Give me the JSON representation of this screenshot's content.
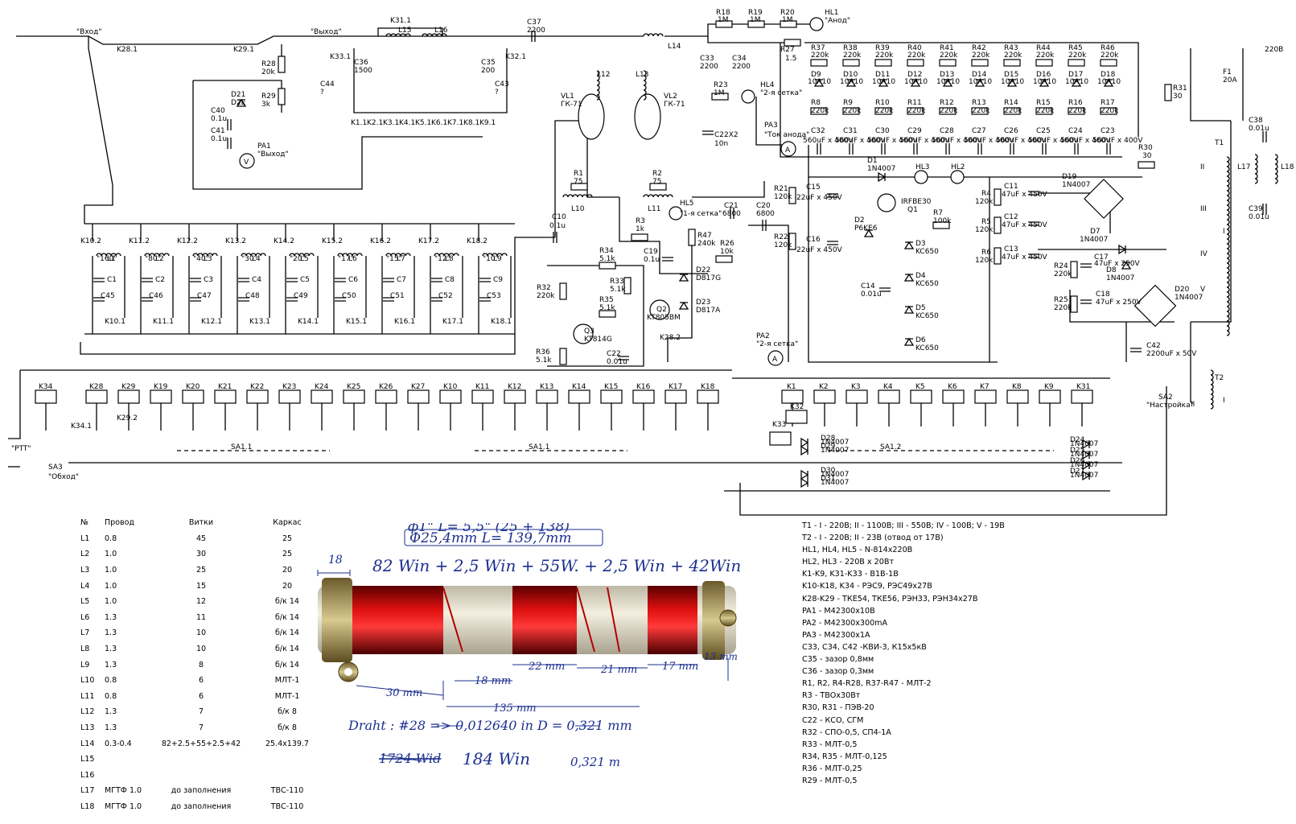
{
  "schematic": {
    "io": {
      "input": "\"Вход\"",
      "output": "\"Выход\"",
      "ptt": "\"PTT\"",
      "anode": "\"Анод\"",
      "grid2": "\"2-я сетка\"",
      "grid1": "\"1-я сетка\"",
      "mains": "220В",
      "bypass_switch": "SA3",
      "bypass_label": "\"Обход\"",
      "tune_switch": "SA2",
      "tune_label": "\"Настройка\""
    },
    "tubes": [
      {
        "ref": "VL1",
        "type": "ГК-71"
      },
      {
        "ref": "VL2",
        "type": "ГК-71"
      }
    ],
    "meters": [
      {
        "ref": "PA1",
        "label": "\"Выход\"",
        "sym": "V"
      },
      {
        "ref": "PA2",
        "label": "\"2-я сетка\"",
        "sym": "A"
      },
      {
        "ref": "PA3",
        "label": "\"Ток анода\"",
        "sym": "A"
      }
    ],
    "band_labels": [
      "\"160\"",
      "\"80\"",
      "\"40\"",
      "\"30\"",
      "\"20\"",
      "\"17\"",
      "\"15\"",
      "\"12\"",
      "\"10\""
    ],
    "band_coils": [
      "L1",
      "L2",
      "L3",
      "L4",
      "L5",
      "L6",
      "L7",
      "L8",
      "L9"
    ],
    "band_caps_top": [
      "C1",
      "C2",
      "C3",
      "C4",
      "C5",
      "C6",
      "C7",
      "C8",
      "C9"
    ],
    "band_caps_var": [
      "C45",
      "C46",
      "C47",
      "C48",
      "C49",
      "C50",
      "C51",
      "C52",
      "C53"
    ],
    "band_relay_top": [
      "K10.2",
      "K11.2",
      "K12.2",
      "K13.2",
      "K14.2",
      "K15.2",
      "K16.2",
      "K17.2",
      "K18.2"
    ],
    "band_relay_bottom": [
      "K10.1",
      "K11.1",
      "K12.1",
      "K13.1",
      "K14.1",
      "K15.1",
      "K16.1",
      "K17.1",
      "K18.1"
    ],
    "ladder_res_top": [
      [
        "R37",
        "220k"
      ],
      [
        "R38",
        "220k"
      ],
      [
        "R39",
        "220k"
      ],
      [
        "R40",
        "220k"
      ],
      [
        "R41",
        "220k"
      ],
      [
        "R42",
        "220k"
      ],
      [
        "R43",
        "220k"
      ],
      [
        "R44",
        "220k"
      ],
      [
        "R45",
        "220k"
      ],
      [
        "R46",
        "220k"
      ]
    ],
    "ladder_diodes": [
      [
        "D9",
        "10A10"
      ],
      [
        "D10",
        "10A10"
      ],
      [
        "D11",
        "10A10"
      ],
      [
        "D12",
        "10A10"
      ],
      [
        "D13",
        "10A10"
      ],
      [
        "D14",
        "10A10"
      ],
      [
        "D15",
        "10A10"
      ],
      [
        "D16",
        "10A10"
      ],
      [
        "D17",
        "10A10"
      ],
      [
        "D18",
        "10A10"
      ]
    ],
    "ladder_res_bot": [
      [
        "R8",
        "220k"
      ],
      [
        "R9",
        "220k"
      ],
      [
        "R10",
        "220k"
      ],
      [
        "R11",
        "220k"
      ],
      [
        "R12",
        "220k"
      ],
      [
        "R13",
        "220k"
      ],
      [
        "R14",
        "220k"
      ],
      [
        "R15",
        "220k"
      ],
      [
        "R16",
        "220k"
      ],
      [
        "R17",
        "220k"
      ]
    ],
    "ladder_caps": [
      "C32",
      "C31",
      "C30",
      "C29",
      "C28",
      "C27",
      "C26",
      "C25",
      "C24",
      "C23"
    ],
    "ladder_cap_value": "560uF x 400V",
    "relay_row_left": [
      "K34",
      "K28",
      "K29",
      "K19",
      "K20",
      "K21",
      "K22",
      "K23",
      "K24",
      "K25",
      "K26",
      "K27"
    ],
    "relay_row_mid": [
      "K10",
      "K11",
      "K12",
      "K13",
      "K14",
      "K15",
      "K16",
      "K17",
      "K18"
    ],
    "relay_row_right": [
      "K1",
      "K2",
      "K3",
      "K4",
      "K5",
      "K6",
      "K7",
      "K8",
      "K9",
      "K31"
    ],
    "switches": [
      "SA1.1",
      "SA1.1",
      "SA1.2"
    ],
    "transformers": {
      "t1": "T1",
      "t2": "T2",
      "windings": [
        "II",
        "III",
        "IV",
        "V",
        "I",
        "I",
        "II"
      ]
    },
    "fuse": [
      "F1",
      "20A"
    ],
    "parts": {
      "r18": [
        "R18",
        "1M"
      ],
      "r19": [
        "R19",
        "1M"
      ],
      "r20": [
        "R20",
        "1M"
      ],
      "hl1": "HL1",
      "r27": [
        "R27",
        "1.5"
      ],
      "r28": [
        "R28",
        "20k"
      ],
      "r29": [
        "R29",
        "3k"
      ],
      "d21": [
        "D21",
        "D2E"
      ],
      "c40": [
        "C40",
        "0.1u"
      ],
      "c41": [
        "C41",
        "0.1u"
      ],
      "c36": [
        "C36",
        "1500"
      ],
      "c35": [
        "C35",
        "200"
      ],
      "c44": [
        "C44",
        "?"
      ],
      "c43": [
        "C43",
        "?"
      ],
      "c37": [
        "C37",
        "2200"
      ],
      "l14": "L14",
      "l15": "L15",
      "l16": "L16",
      "k31_1": "K31.1",
      "k33_1": "K33.1",
      "k32_1": "K32.1",
      "c33": [
        "C33",
        "2200"
      ],
      "c34": [
        "C34",
        "2200"
      ],
      "r23": [
        "R23",
        "1M"
      ],
      "hl4": "HL4",
      "c22x2": [
        "C22X2",
        "10n"
      ],
      "l12": "L12",
      "l13": "L13",
      "r1": [
        "R1",
        "75"
      ],
      "r2": [
        "R2",
        "75"
      ],
      "l10": "L10",
      "l11": "L11",
      "hl5": "HL5",
      "c10": [
        "C10",
        "0.1u"
      ],
      "r3": [
        "R3",
        "1k"
      ],
      "c21": [
        "C21",
        "6800"
      ],
      "c20": [
        "C20",
        "6800"
      ],
      "r47": [
        "R47",
        "240k"
      ],
      "r26": [
        "R26",
        "10k"
      ],
      "r34": [
        "R34",
        "5.1k"
      ],
      "r33": [
        "R33",
        "5.1k"
      ],
      "r35": [
        "R35",
        "5.1k"
      ],
      "r32": [
        "R32",
        "220k"
      ],
      "c19": [
        "C19",
        "0.1u"
      ],
      "q3": [
        "Q3",
        "KT814G"
      ],
      "q2": [
        "Q2",
        "KT805BM"
      ],
      "r36": [
        "R36",
        "5.1k"
      ],
      "c22": [
        "C22",
        "0.01u"
      ],
      "d22": [
        "D22",
        "D817G"
      ],
      "d23": [
        "D23",
        "D817A"
      ],
      "k28_2": "K28.2",
      "k29_2": "K29.2",
      "k34_1": "K34.1",
      "r21": [
        "R21",
        "120k"
      ],
      "r22": [
        "R22",
        "120k"
      ],
      "c15": [
        "C15",
        "22uF x 450V"
      ],
      "c16": [
        "C16",
        "22uF x 450V"
      ],
      "d1": [
        "D1",
        "1N4007"
      ],
      "hl3": "HL3",
      "hl2": "HL2",
      "q1": [
        "IRFBE30",
        "Q1"
      ],
      "d2": [
        "D2",
        "P6KE6"
      ],
      "r7": [
        "R7",
        "100k"
      ],
      "c14": [
        "C14",
        "0.01u"
      ],
      "d3": [
        "D3",
        "KC650"
      ],
      "d4": [
        "D4",
        "KC650"
      ],
      "d5": [
        "D5",
        "KC650"
      ],
      "d6": [
        "D6",
        "KC650"
      ],
      "r4": [
        "R4",
        "120k"
      ],
      "r5": [
        "R5",
        "120k"
      ],
      "r6": [
        "R6",
        "120k"
      ],
      "c11": [
        "C11",
        "47uF x 450V"
      ],
      "c12": [
        "C12",
        "47uF x 450V"
      ],
      "c13": [
        "C13",
        "47uF x 450V"
      ],
      "d19": [
        "D19",
        "1N4007"
      ],
      "d7": [
        "D7",
        "1N4007"
      ],
      "d8": [
        "D8",
        "1N4007"
      ],
      "c17": [
        "C17",
        "47uF x 250V"
      ],
      "c18": [
        "C18",
        "47uF x 250V"
      ],
      "r24": [
        "R24",
        "220k"
      ],
      "r25": [
        "R25",
        "220k"
      ],
      "d20": [
        "D20",
        "1N4007"
      ],
      "c42": [
        "C42",
        "2200uF x 50V"
      ],
      "r30": [
        "R30",
        "30"
      ],
      "r31": [
        "R31",
        "30"
      ],
      "c38": [
        "C38",
        "0.01u"
      ],
      "c39": [
        "C39",
        "0.01u"
      ],
      "l17": "L17",
      "l18": "L18",
      "k32": "K32",
      "k33": "K33",
      "d24": [
        "D24",
        "1N4007"
      ],
      "d25": [
        "D25",
        "1N4007"
      ],
      "d26": [
        "D26",
        "1N4007"
      ],
      "d27": [
        "D27",
        "1N4007"
      ],
      "d28": [
        "D28",
        "1N4007"
      ],
      "d29": [
        "D29",
        "1N4007"
      ],
      "d30": [
        "D30",
        "1N4007"
      ],
      "d31": [
        "D31",
        "1N4007"
      ],
      "k28_1": "K28.1",
      "k29_1": "K29.1",
      "k_row": [
        "K1.1",
        "K2.1",
        "K3.1",
        "K4.1",
        "K5.1",
        "K6.1",
        "K7.1",
        "K8.1",
        "K9.1"
      ]
    }
  },
  "coil_table": {
    "headers": [
      "№",
      "Провод",
      "Витки",
      "Каркас"
    ],
    "rows": [
      [
        "L1",
        "0.8",
        "45",
        "25"
      ],
      [
        "L2",
        "1.0",
        "30",
        "25"
      ],
      [
        "L3",
        "1.0",
        "25",
        "20"
      ],
      [
        "L4",
        "1.0",
        "15",
        "20"
      ],
      [
        "L5",
        "1.0",
        "12",
        "б/к 14"
      ],
      [
        "L6",
        "1.3",
        "11",
        "б/к 14"
      ],
      [
        "L7",
        "1.3",
        "10",
        "б/к 14"
      ],
      [
        "L8",
        "1.3",
        "10",
        "б/к 14"
      ],
      [
        "L9",
        "1.3",
        "8",
        "б/к 14"
      ],
      [
        "L10",
        "0.8",
        "6",
        "МЛТ-1"
      ],
      [
        "L11",
        "0.8",
        "6",
        "МЛТ-1"
      ],
      [
        "L12",
        "1.3",
        "7",
        "б/к 8"
      ],
      [
        "L13",
        "1.3",
        "7",
        "б/к 8"
      ],
      [
        "L14",
        "0.3-0.4",
        "82+2.5+55+2.5+42",
        "25.4x139.7"
      ],
      [
        "L15",
        "",
        "",
        ""
      ],
      [
        "L16",
        "",
        "",
        ""
      ],
      [
        "L17",
        "МГТФ 1.0",
        "до заполнения",
        "ТВС-110"
      ],
      [
        "L18",
        "МГТФ 1.0",
        "до заполнения",
        "ТВС-110"
      ]
    ]
  },
  "notes": [
    "T1 - I - 220В; II - 1100В; III - 550В; IV - 100В; V - 19В",
    "T2 - I - 220В; II - 23В (отвод от 17В)",
    "HL1, HL4, HL5 - N-814x220В",
    "HL2, HL3 - 220В x 20Вт",
    "K1-K9, K31-K33 - В1В-1В",
    "K10-K18, K34 - РЭС9, РЭС49x27В",
    "K28-K29 - ТКЕ54, ТКЕ56, РЭН33, РЭН34x27В",
    "PA1 - M42300x10В",
    "PA2 - M42300x300mA",
    "PA3 - M42300x1A",
    "C33, C34, C42 -КВИ-3, К15x5кВ",
    "C35 - зазор 0,8мм",
    "C36 - зазор 0,3мм",
    "R1, R2, R4-R28, R37-R47 - МЛТ-2",
    "R3 - ТВОx30Вт",
    "R30, R31 - ПЭВ-20",
    "C22 - КСО, СГМ",
    "R32 - СПО-0,5, СП4-1А",
    "R33 - МЛТ-0,5",
    "R34, R35 - МЛТ-0,125",
    "R36 - МЛТ-0,25",
    "R29 - МЛТ-0,5"
  ],
  "photo": {
    "line1": "ф1\"  L= 5,5\"    (25 + 138)",
    "line2": "Ф25,4mm   L= 139,7mm",
    "dim18": "18",
    "windings": "82 Win  + 2,5 Win + 55W. + 2,5 Win + 42Win",
    "dims": [
      "30 mm",
      "18 mm",
      "22 mm",
      "21 mm",
      "17 mm",
      "13 mm",
      "135 mm"
    ],
    "draht": "Draht : #28   =>  0,012640 in      D = 0,321 mm",
    "total_strike": "1724 Wid",
    "total": "184 Win",
    "total_d": "0,321 m"
  },
  "colors": {
    "ink": "#000000",
    "coil_red": "#d10000",
    "former": "#ece6d6",
    "handwriting": "#1b2f8f"
  }
}
